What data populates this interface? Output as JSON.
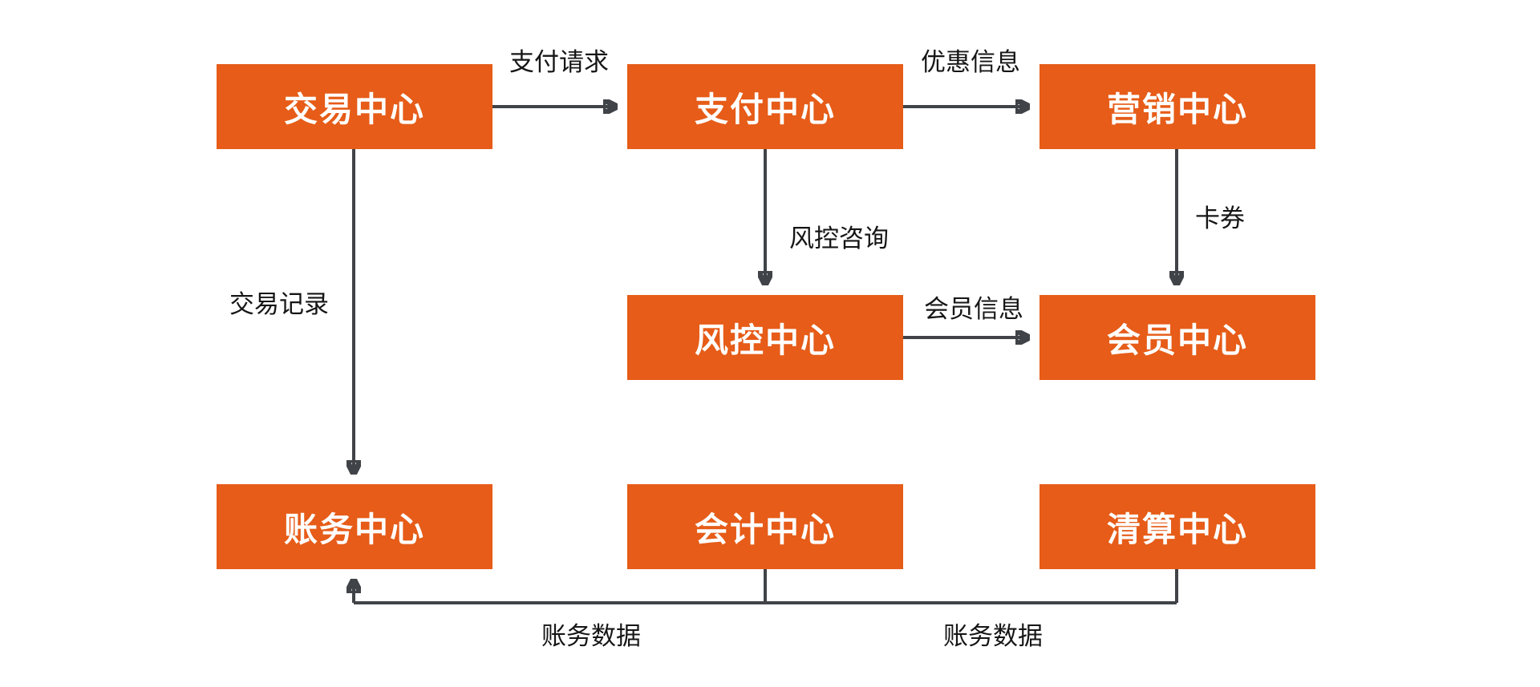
{
  "diagram": {
    "colors": {
      "node_fill": "#E65C18",
      "node_text": "#FFFFFF",
      "connector": "#404347",
      "edge_label_text": "#161616",
      "background": "#FFFFFF"
    },
    "nodes": {
      "trade": {
        "label": "交易中心"
      },
      "payment": {
        "label": "支付中心"
      },
      "marketing": {
        "label": "营销中心"
      },
      "risk": {
        "label": "风控中心"
      },
      "member": {
        "label": "会员中心"
      },
      "accounting": {
        "label": "账务中心"
      },
      "bookkeeping": {
        "label": "会计中心"
      },
      "clearing": {
        "label": "清算中心"
      }
    },
    "edge_labels": {
      "payment_request": "支付请求",
      "discount_info": "优惠信息",
      "risk_consult": "风控咨询",
      "card_coupon": "卡券",
      "member_info": "会员信息",
      "trade_record": "交易记录",
      "accounting_data_left": "账务数据",
      "accounting_data_right": "账务数据"
    }
  }
}
